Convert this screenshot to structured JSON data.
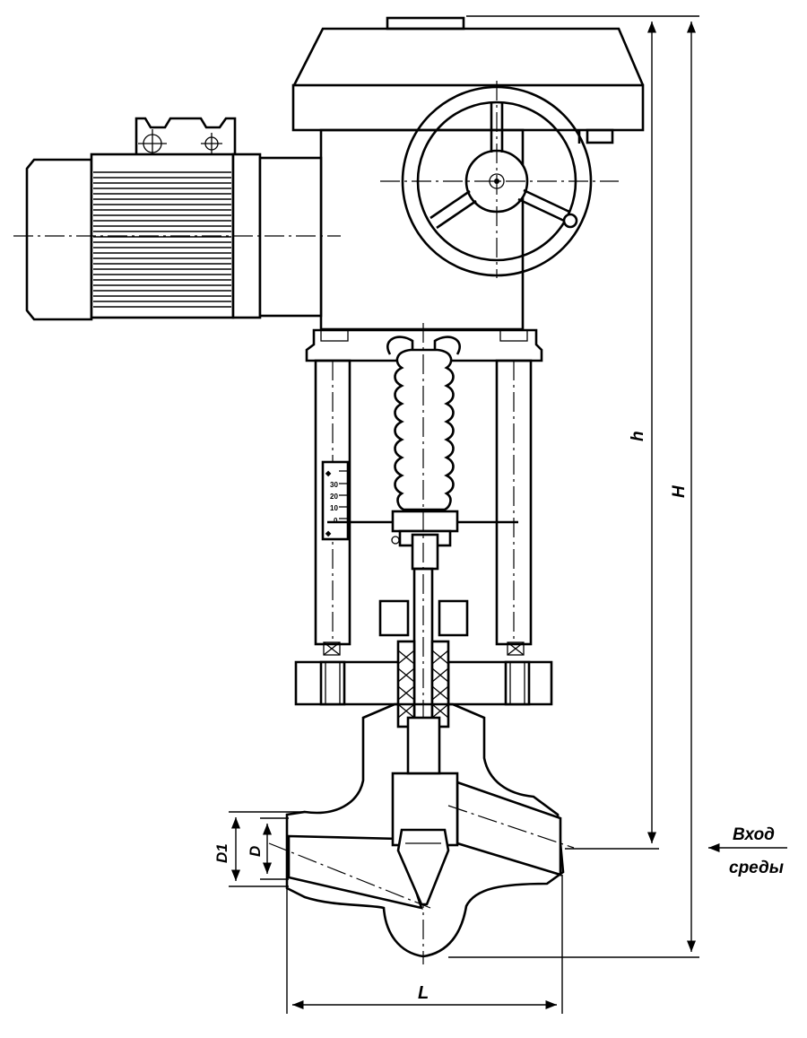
{
  "dimensions": {
    "h": "h",
    "H": "H",
    "L": "L",
    "D": "D",
    "D1": "D1"
  },
  "flow_label": {
    "line1": "Вход",
    "line2": "среды"
  },
  "position_scale": [
    "30",
    "20",
    "10",
    "0"
  ]
}
